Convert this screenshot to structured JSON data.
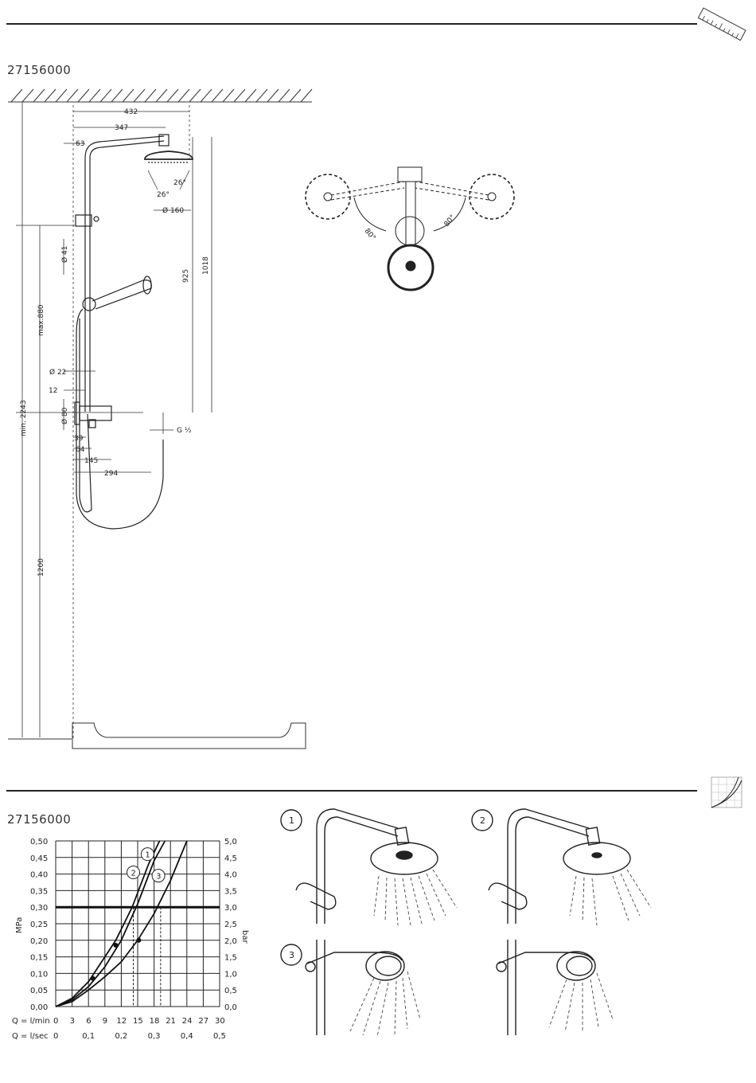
{
  "top_section": {
    "model": "27156000",
    "dimensions": {
      "d432": "432",
      "d347": "347",
      "d63": "63",
      "d26a": "26°",
      "d26b": "26°",
      "d160": "Ø 160",
      "d41": "Ø 41",
      "d925": "925",
      "d1018": "1018",
      "dmax880": "max.880",
      "d22": "Ø 22",
      "d12": "12",
      "d80": "Ø 80",
      "d39": "39",
      "d64": "64",
      "d145": "145",
      "d294": "294",
      "dg12": "G ½",
      "dmin2243": "min. 2243",
      "d1200": "1200"
    },
    "plan_view": {
      "angle_left": "80°",
      "angle_right": "80°"
    }
  },
  "bottom_section": {
    "model": "27156000",
    "variants": [
      "1",
      "2",
      "3"
    ]
  },
  "chart_data": {
    "type": "line",
    "title": "",
    "xlabel": "Q = l/min",
    "xlabel_secondary": "Q = l/sec",
    "ylabel": "MPa",
    "ylabel_right": "bar",
    "xlim": [
      0,
      30
    ],
    "ylim": [
      0,
      0.5
    ],
    "grid": true,
    "x_ticks": [
      "0",
      "3",
      "6",
      "9",
      "12",
      "15",
      "18",
      "21",
      "24",
      "27",
      "30"
    ],
    "x_ticks_secondary": [
      "0",
      "0,1",
      "0,2",
      "0,3",
      "0,4",
      "0,5"
    ],
    "y_ticks": [
      "0,00",
      "0,05",
      "0,10",
      "0,15",
      "0,20",
      "0,25",
      "0,30",
      "0,35",
      "0,40",
      "0,45",
      "0,50"
    ],
    "y_ticks_right": [
      "0,0",
      "0,5",
      "1,0",
      "1,5",
      "2,0",
      "2,5",
      "3,0",
      "3,5",
      "4,0",
      "4,5",
      "5,0"
    ],
    "reference_line": {
      "y": 0.3
    },
    "series": [
      {
        "name": "1",
        "x": [
          0,
          3,
          6,
          9,
          12,
          15,
          18,
          20
        ],
        "y": [
          0,
          0.02,
          0.06,
          0.12,
          0.2,
          0.31,
          0.44,
          0.5
        ]
      },
      {
        "name": "2",
        "x": [
          0,
          3,
          6,
          9,
          11,
          14,
          17,
          19
        ],
        "y": [
          0,
          0.025,
          0.075,
          0.15,
          0.2,
          0.3,
          0.43,
          0.5
        ]
      },
      {
        "name": "3",
        "x": [
          0,
          3,
          6,
          9,
          12,
          15,
          18,
          21,
          24
        ],
        "y": [
          0,
          0.015,
          0.05,
          0.09,
          0.135,
          0.2,
          0.28,
          0.38,
          0.5
        ]
      }
    ],
    "markers": [
      {
        "x": 6.8,
        "y": 0.085
      },
      {
        "x": 11,
        "y": 0.185
      },
      {
        "x": 15.2,
        "y": 0.2
      }
    ],
    "dashed_guides": [
      14.2,
      15.0,
      19.2
    ]
  }
}
